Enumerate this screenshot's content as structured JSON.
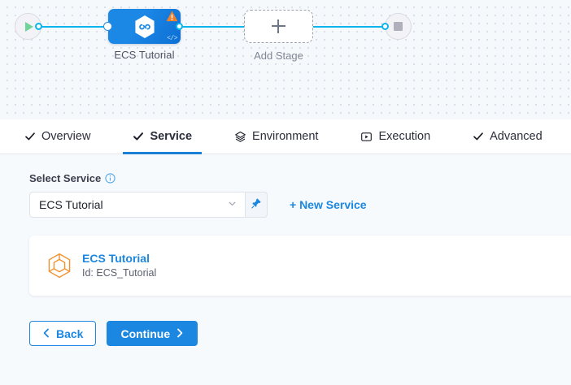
{
  "pipeline": {
    "start_node": {
      "icon": "play-icon",
      "label": ""
    },
    "stage": {
      "label": "ECS Tutorial",
      "icon": "service-hexagon-icon",
      "warning_icon": "warning-triangle-icon",
      "code_icon": "code-brackets-icon"
    },
    "add_stage": {
      "label": "Add Stage",
      "icon": "plus-icon"
    },
    "end_node": {
      "icon": "stop-square-icon"
    }
  },
  "tabs": [
    {
      "label": "Overview",
      "icon": "check-icon",
      "active": false
    },
    {
      "label": "Service",
      "icon": "check-icon",
      "active": true
    },
    {
      "label": "Environment",
      "icon": "layers-icon",
      "active": false
    },
    {
      "label": "Execution",
      "icon": "play-box-icon",
      "active": false
    },
    {
      "label": "Advanced",
      "icon": "check-icon",
      "active": false
    }
  ],
  "form": {
    "select_service_label": "Select Service",
    "info_icon": "info-icon",
    "service_select": {
      "value": "ECS Tutorial",
      "placeholder": "Select Service",
      "chevron_icon": "chevron-down-icon"
    },
    "pin_button": {
      "icon": "pin-icon"
    },
    "new_service_label": "+ New Service"
  },
  "service_card": {
    "icon": "service-cube-icon",
    "name": "ECS Tutorial",
    "id_text": "Id: ECS_Tutorial"
  },
  "footer": {
    "back_label": "Back",
    "back_icon": "chevron-left-icon",
    "continue_label": "Continue",
    "continue_icon": "chevron-right-icon"
  },
  "colors": {
    "accent_blue": "#1b87e0",
    "edge_blue": "#0ab5ee",
    "canvas_bg": "#f6f9fc",
    "content_bg": "#f7fafd",
    "warning_orange": "#f0802a",
    "service_orange": "#f0922e",
    "play_green": "#6fd39a"
  }
}
